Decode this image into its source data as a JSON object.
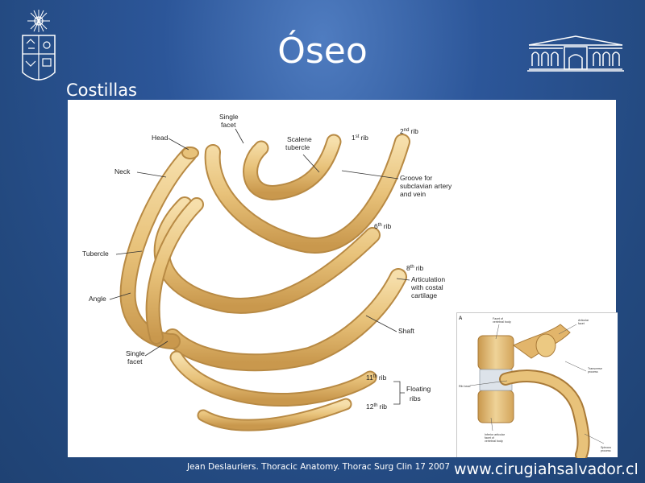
{
  "slide": {
    "title": "Óseo",
    "subtitle": "Costillas",
    "citation": "Jean Deslauriers. Thoracic Anatomy. Thorac Surg Clin 17 2007",
    "website": "www.cirugiahsalvador.cl"
  },
  "figure": {
    "labels": {
      "head": "Head",
      "neck": "Neck",
      "tubercle": "Tubercle",
      "angle": "Angle",
      "single_facet_top_1": "Single",
      "single_facet_top_2": "facet",
      "single_facet_bottom_1": "Single",
      "single_facet_bottom_2": "facet",
      "scalene_1": "Scalene",
      "scalene_2": "tubercle",
      "rib_1_num": "1",
      "rib_1_sup": "st",
      "rib_1_word": "rib",
      "rib_2_num": "2",
      "rib_2_sup": "nd",
      "rib_2_word": "rib",
      "rib_6_num": "6",
      "rib_6_sup": "th",
      "rib_6_word": "rib",
      "rib_8_num": "8",
      "rib_8_sup": "th",
      "rib_8_word": "rib",
      "rib_11_num": "11",
      "rib_11_sup": "th",
      "rib_11_word": "rib",
      "rib_12_num": "12",
      "rib_12_sup": "th",
      "rib_12_word": "rib",
      "groove_1": "Groove for",
      "groove_2": "subclavian artery",
      "groove_3": "and vein",
      "artic_1": "Articulation",
      "artic_2": "with costal",
      "artic_3": "cartilage",
      "shaft": "Shaft",
      "floating_1": "Floating",
      "floating_2": "ribs"
    },
    "inset": {
      "letter": "A",
      "label_facet_vertebral_1": "Facet of",
      "label_facet_vertebral_2": "vertebral body",
      "label_articular_1": "Articular",
      "label_articular_2": "facet",
      "label_transverse_1": "Transverse",
      "label_transverse_2": "process",
      "label_rib_head": "Rib head",
      "label_inferior_1": "Inferior articular",
      "label_inferior_2": "facet of",
      "label_inferior_3": "vertebral body",
      "label_spinous_1": "Spinous",
      "label_spinous_2": "process"
    }
  },
  "colors": {
    "background": "#2c5699",
    "bone": "#e8c27a",
    "bone_shade": "#c9984d",
    "bone_highlight": "#f6dfab"
  }
}
